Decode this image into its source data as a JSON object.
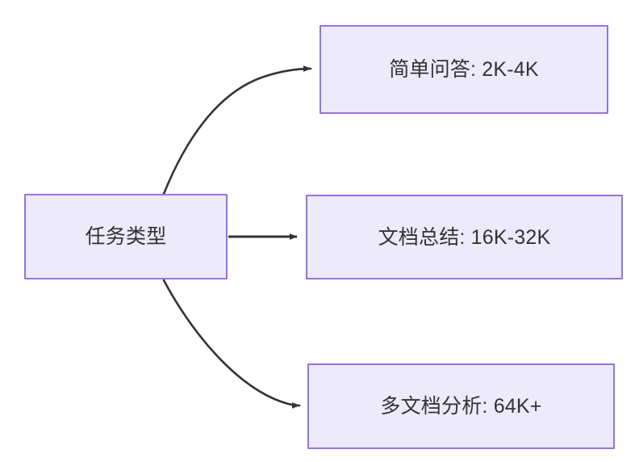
{
  "diagram": {
    "type": "flowchart",
    "direction": "left-to-right",
    "background_color": "#FFFFFF",
    "node_fill_color": "#ECEAFB",
    "node_border_color": "#9573E0",
    "node_text_color": "#333333",
    "edge_color": "#333333",
    "source_node": {
      "id": "task-type",
      "label": "任务类型"
    },
    "target_nodes": [
      {
        "id": "simple-qa",
        "label": "简单问答: 2K-4K",
        "task": "简单问答",
        "range": "2K-4K"
      },
      {
        "id": "doc-summary",
        "label": "文档总结: 16K-32K",
        "task": "文档总结",
        "range": "16K-32K"
      },
      {
        "id": "multi-doc",
        "label": "多文档分析: 64K+",
        "task": "多文档分析",
        "range": "64K+"
      }
    ],
    "edges": [
      {
        "id": "edge-to-simple-qa",
        "from": "任务类型",
        "to": "简单问答: 2K-4K",
        "style": "curved",
        "arrow": "solid-triangle"
      },
      {
        "id": "edge-to-doc-summary",
        "from": "任务类型",
        "to": "文档总结: 16K-32K",
        "style": "straight",
        "arrow": "solid-triangle"
      },
      {
        "id": "edge-to-multi-doc",
        "from": "任务类型",
        "to": "多文档分析: 64K+",
        "style": "curved",
        "arrow": "solid-triangle"
      }
    ]
  }
}
